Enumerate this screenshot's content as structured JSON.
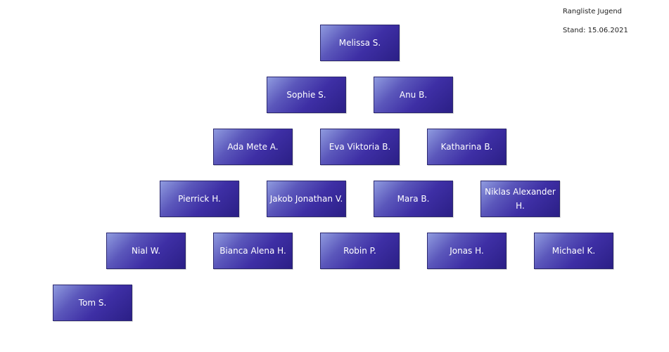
{
  "header": {
    "title": "Rangliste Jugend",
    "date": "Stand: 15.06.2021"
  },
  "ranking": {
    "rows": [
      [
        "Melissa S."
      ],
      [
        "Sophie S.",
        "Anu B."
      ],
      [
        "Ada Mete A.",
        "Eva Viktoria B.",
        "Katharina B."
      ],
      [
        "Pierrick H.",
        "Jakob Jonathan V.",
        "Mara B.",
        "Niklas Alexander H."
      ],
      [
        "Nial W.",
        "Bianca Alena H.",
        "Robin P.",
        "Jonas H.",
        "Michael K."
      ],
      [
        "Tom S."
      ]
    ]
  },
  "colors": {
    "box_gradient_start": "#8f9bdf",
    "box_gradient_end": "#2b1f86",
    "box_border": "#2b2770",
    "box_text": "#ffffff"
  }
}
